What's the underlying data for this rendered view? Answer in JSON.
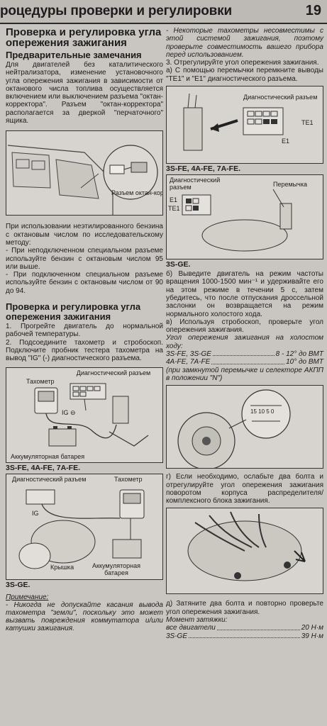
{
  "header": {
    "title": "роцедуры проверки и регулировки",
    "page_number": "19"
  },
  "left": {
    "section1_title": "Проверка и регулировка угла опережения зажигания",
    "remarks_title": "Предварительные замечания",
    "remarks_text": "Для двигателей без каталитического нейтрализатора, изменение установочного угла опережения зажигания в зависимости от октанового числа топлива осуществляется включением или выключением разъема \"октан-корректора\". Разъем \"октан-корректора\" располагается за дверкой \"перчаточного\" ящика.",
    "fig1_label": "Разъем октан-корректора",
    "fuel_text": "При использовании неэтилированного бензина с октановым числом по исследовательскому методу:",
    "fuel_item1": "- При неподключенном специальном разъеме используйте бензин с октановым числом 95 или выше.",
    "fuel_item2": "- При подключенном специальном разъеме используйте бензин с октановым числом от 90 до 94.",
    "section2_title": "Проверка и регулировка угла опережения зажигания",
    "step1": "1. Прогрейте двигатель до нормальной рабочей температуры.",
    "step2": "2. Подсоедините тахометр и стробоскоп. Подключите пробник тестера тахометра на вывод \"IG\" (-) диагностического разъема.",
    "fig2": {
      "tachometer": "Тахометр",
      "diag_connector": "Диагностический разъем",
      "ig": "IG ⊖",
      "battery": "Аккумуляторная батарея",
      "caption": "3S-FE, 4A-FE, 7A-FE."
    },
    "fig3": {
      "diag_connector": "Диагностический разъем",
      "tachometer": "Тахометр",
      "ig": "IG",
      "cover": "Крышка",
      "battery": "Аккумуляторная батарея",
      "caption": "3S-GE."
    },
    "note_title": "Примечание:",
    "note_text": "- Никогда не допускайте касания вывода тахометра \"земли\", поскольку это может вызвать повреждения коммутатора и/или катушки зажигания."
  },
  "right": {
    "intro_text": "- Некоторые тахометры несовместимы с этой системой зажигания, поэтому проверьте совместимость вашего прибора перед использованием.",
    "step3": "3. Отрегулируйте угол опережения зажигания.",
    "step3a": "а) С помощью перемычки перемкните выводы \"TE1\" и \"E1\" диагностического разъема.",
    "fig4": {
      "diag_connector": "Диагностический разъем",
      "te1": "TE1",
      "e1": "E1",
      "caption": "3S-FE, 4A-FE, 7A-FE."
    },
    "fig5": {
      "diag_connector": "Диагностический разъем",
      "jumper": "Перемычка",
      "e1": "E1",
      "te1": "TE1",
      "caption": "3S-GE."
    },
    "step3b": "б) Выведите двигатель на режим частоты вращения 1000-1500 мин⁻¹ и удерживайте его на этом режиме в течении 5 с, затем убедитесь, что после отпускания дроссельной заслонки он возвращается на режим нормального холостого хода.",
    "step3c": "в) Используя стробоскоп, проверьте угол опережения зажигания.",
    "idle_title": "Угол опережения зажигания на холостом ходу:",
    "spec1_engine": "3S-FE, 3S-GE",
    "spec1_value": "8 - 12° до ВМТ",
    "spec2_engine": "4A-FE, 7A-FE",
    "spec2_value": "10° до ВМТ",
    "spec_note": "(при замкнутой перемычке и селекторе АКПП в положении \"N\")",
    "fig6_marks": "15 10 5 0",
    "step3d": "г) Если необходимо, ослабьте два болта и отрегулируйте угол опережения зажигания поворотом корпуса распределителя/комплексного блока зажигания.",
    "step3e": "д) Затяните два болта и повторно проверьте угол опережения зажигания.",
    "torque_title": "Момент затяжки:",
    "torque1_engine": "все двигатели",
    "torque1_value": "20 Н·м",
    "torque2_engine": "3S-GE",
    "torque2_value": "39 Н·м"
  }
}
